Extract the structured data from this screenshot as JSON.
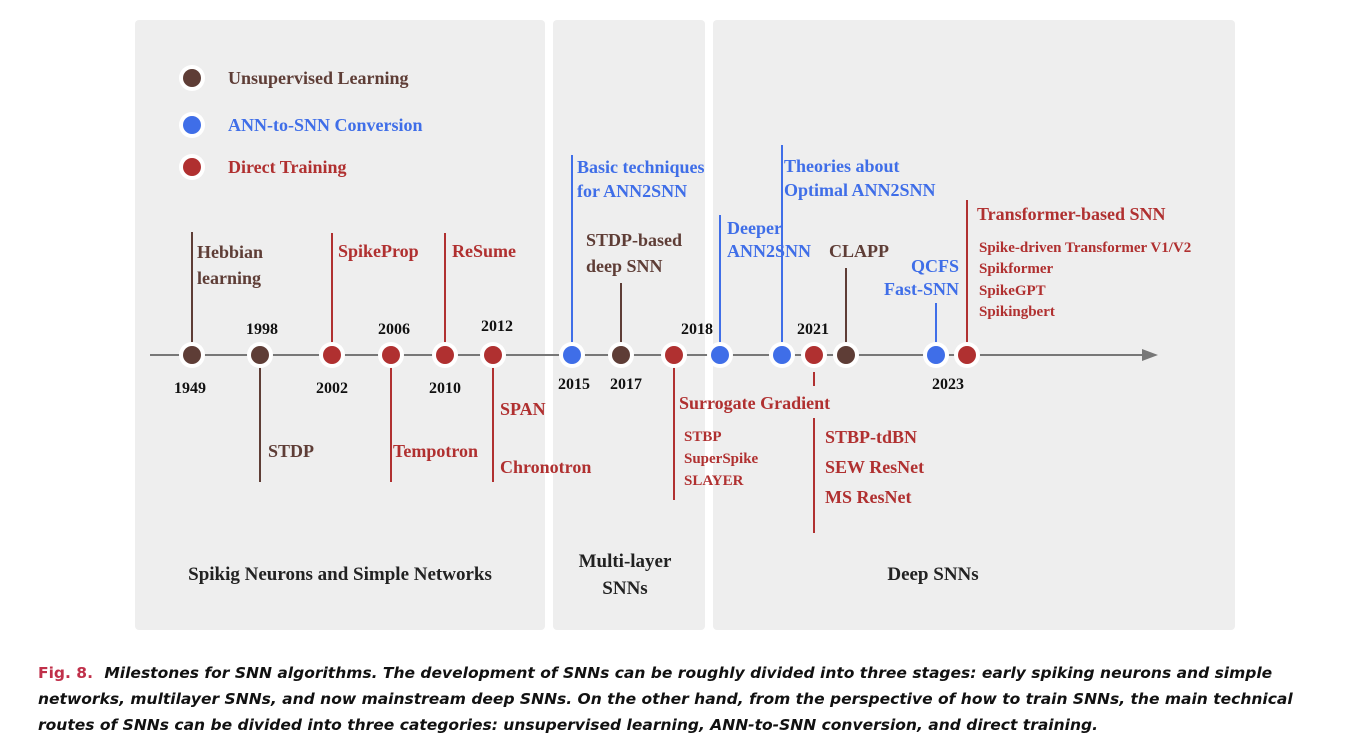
{
  "colors": {
    "unsupervised": "#5e3d36",
    "conversion": "#3f6ee8",
    "direct": "#b03030",
    "panel": "#eeeeee",
    "axis": "#777777",
    "caption_label": "#c0304a"
  },
  "legend": [
    {
      "label": "Unsupervised Learning",
      "category": "unsupervised"
    },
    {
      "label": "ANN-to-SNN Conversion",
      "category": "conversion"
    },
    {
      "label": "Direct Training",
      "category": "direct"
    }
  ],
  "stages": [
    {
      "label": "Spikig Neurons and Simple Networks"
    },
    {
      "label": "Multi-layer SNNs"
    },
    {
      "label": "Deep SNNs"
    }
  ],
  "years": [
    "1949",
    "1998",
    "2002",
    "2006",
    "2010",
    "2012",
    "2015",
    "2017",
    "2018",
    "2021",
    "2023"
  ],
  "milestones": [
    {
      "year": "1949",
      "category": "unsupervised",
      "lines": [
        "Hebbian",
        "learning"
      ]
    },
    {
      "year": "1998",
      "category": "unsupervised",
      "lines": [
        "STDP"
      ]
    },
    {
      "year": "2002",
      "category": "direct",
      "lines": [
        "SpikeProp"
      ]
    },
    {
      "year": "2006",
      "category": "direct",
      "lines": [
        "Tempotron"
      ]
    },
    {
      "year": "2010",
      "category": "direct",
      "lines": [
        "ReSume"
      ]
    },
    {
      "year": "2012",
      "category": "direct",
      "lines": [
        "SPAN",
        "Chronotron"
      ]
    },
    {
      "year": "2015",
      "category": "conversion",
      "lines": [
        "Basic techniques",
        "for ANN2SNN"
      ]
    },
    {
      "year": "2017",
      "category": "unsupervised",
      "lines": [
        "STDP-based",
        "deep SNN"
      ]
    },
    {
      "year": "2018",
      "category": "direct",
      "lines": [
        "Surrogate Gradient",
        "STBP",
        "SuperSpike",
        "SLAYER"
      ]
    },
    {
      "year": "2018",
      "category": "conversion",
      "lines": [
        "Deeper",
        "ANN2SNN"
      ]
    },
    {
      "year": "2021",
      "category": "conversion",
      "lines": [
        "Theories about",
        "Optimal ANN2SNN"
      ]
    },
    {
      "year": "2021",
      "category": "direct",
      "lines": [
        "STBP-tdBN",
        "SEW ResNet",
        "MS ResNet"
      ]
    },
    {
      "year": "2021",
      "category": "unsupervised",
      "lines": [
        "CLAPP"
      ]
    },
    {
      "year": "2023",
      "category": "conversion",
      "lines": [
        "QCFS",
        "Fast-SNN"
      ]
    },
    {
      "year": "2023",
      "category": "direct",
      "lines": [
        "Transformer-based SNN",
        "Spike-driven Transformer V1/V2",
        "Spikformer",
        "SpikeGPT",
        "Spikingbert"
      ]
    }
  ],
  "caption": {
    "label": "Fig. 8.",
    "text": "Milestones for SNN algorithms. The development of SNNs can be roughly divided into three stages: early spiking neurons and simple networks, multilayer SNNs, and now mainstream deep SNNs. On the other hand, from the perspective of how to train SNNs, the main technical routes of SNNs can be divided into three categories: unsupervised learning, ANN-to-SNN conversion, and direct training."
  }
}
